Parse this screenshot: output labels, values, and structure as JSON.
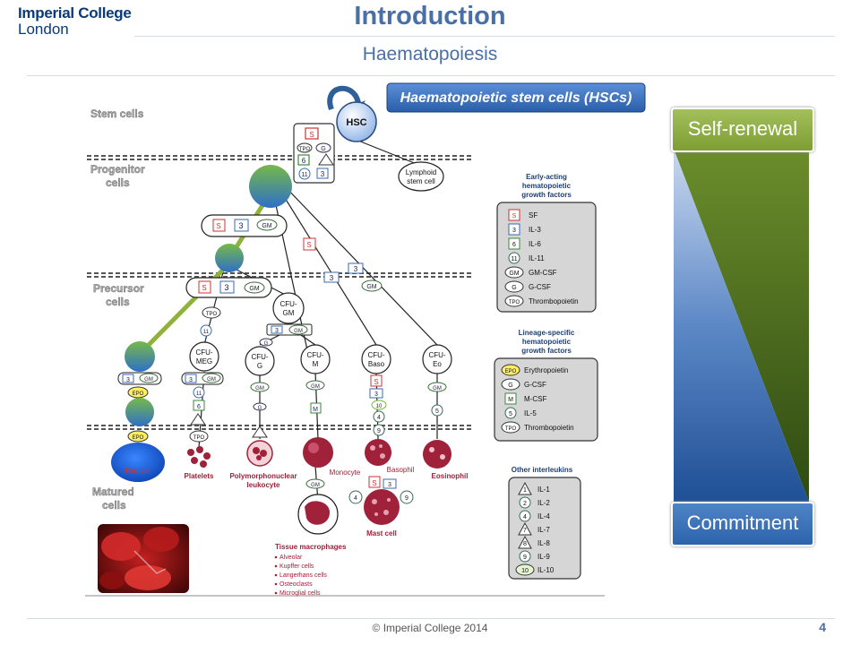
{
  "header": {
    "logo_line1": "Imperial College",
    "logo_line2": "London",
    "title": "Introduction",
    "subtitle": "Haematopoiesis"
  },
  "footer": {
    "copyright": "© Imperial College 2014",
    "page_number": "4"
  },
  "diagram": {
    "banner": "Haematopoietic stem cells (HSCs)",
    "stages": {
      "stem": "Stem cells",
      "progenitor_1": "Progenitor",
      "progenitor_2": "cells",
      "precursor_1": "Precursor",
      "precursor_2": "cells",
      "matured_1": "Matured",
      "matured_2": "cells"
    },
    "hsc": "HSC",
    "lymphoid_1": "Lymphoid",
    "lymphoid_2": "stem cell",
    "cfu": {
      "gm_1": "CFU-",
      "gm_2": "GM",
      "meg_1": "CFU-",
      "meg_2": "MEG",
      "g_1": "CFU-",
      "g_2": "G",
      "m_1": "CFU-",
      "m_2": "M",
      "baso_1": "CFU-",
      "baso_2": "Baso",
      "eo_1": "CFU-",
      "eo_2": "Eo"
    },
    "cells": {
      "red_cell": "Red cell",
      "platelets": "Platelets",
      "pmn_1": "Polymorphonuclear",
      "pmn_2": "leukocyte",
      "monocyte": "Monocyte",
      "basophil": "Basophil",
      "eosinophil": "Eosinophil",
      "mast_cell": "Mast cell"
    },
    "tissue_macrophages": {
      "title": "Tissue macrophages",
      "items": [
        "Alveolar",
        "Kupffer cells",
        "Langerhans cells",
        "Osteoclasts",
        "Microglial cells"
      ]
    },
    "legend_early": {
      "title_1": "Early-acting",
      "title_2": "hematopoietic",
      "title_3": "growth factors",
      "items": [
        {
          "sym": "S",
          "label": "SF"
        },
        {
          "sym": "3",
          "label": "IL-3"
        },
        {
          "sym": "6",
          "label": "IL-6"
        },
        {
          "sym": "11",
          "label": "IL-11"
        },
        {
          "sym": "GM",
          "label": "GM-CSF"
        },
        {
          "sym": "G",
          "label": "G-CSF"
        },
        {
          "sym": "TPO",
          "label": "Thrombopoietin"
        }
      ]
    },
    "legend_lineage": {
      "title_1": "Lineage-specific",
      "title_2": "hematopoietic",
      "title_3": "growth factors",
      "items": [
        {
          "sym": "EPO",
          "label": "Erythropoietin"
        },
        {
          "sym": "G",
          "label": "G-CSF"
        },
        {
          "sym": "M",
          "label": "M-CSF"
        },
        {
          "sym": "5",
          "label": "IL-5"
        },
        {
          "sym": "TPO",
          "label": "Thrombopoietin"
        }
      ]
    },
    "legend_interleukins": {
      "title": "Other interleukins",
      "items": [
        {
          "sym": "1",
          "label": "IL-1"
        },
        {
          "sym": "2",
          "label": "IL-2"
        },
        {
          "sym": "4",
          "label": "IL-4"
        },
        {
          "sym": "7",
          "label": "IL-7"
        },
        {
          "sym": "8",
          "label": "IL-8"
        },
        {
          "sym": "9",
          "label": "IL-9"
        },
        {
          "sym": "10",
          "label": "IL-10"
        }
      ]
    },
    "factors": {
      "s": "S",
      "tpo": "TPO",
      "g": "G",
      "six": "6",
      "eleven": "11",
      "three": "3",
      "gm": "GM",
      "epo": "EPO",
      "m": "M",
      "five": "5",
      "four": "4",
      "nine": "9",
      "ten": "10"
    }
  },
  "side": {
    "self_renewal": "Self-renewal",
    "commitment": "Commitment"
  }
}
